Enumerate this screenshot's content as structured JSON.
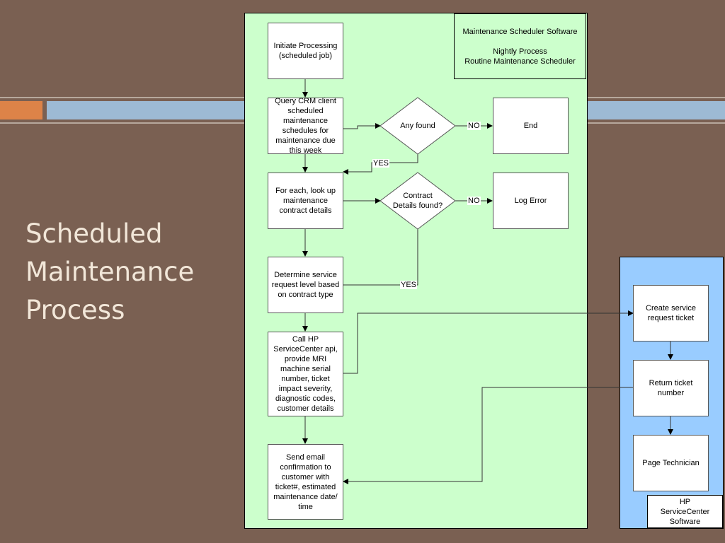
{
  "slide": {
    "title_lines": [
      "Scheduled",
      "Maintenance",
      "Process"
    ]
  },
  "colors": {
    "background": "#7a6052",
    "accent_orange": "#dd8348",
    "accent_blue": "#9dbad4",
    "title_text": "#f2e7d9",
    "scheduler_panel": "#ccffcc",
    "hp_panel": "#99ccff"
  },
  "diagram": {
    "scheduler_header": {
      "line1": "Maintenance Scheduler Software",
      "line2": "Nightly Process",
      "line3": "Routine Maintenance Scheduler"
    },
    "hp_header": "HP\nServiceCenter\nSoftware",
    "nodes": {
      "initiate": "Initiate Processing\n(scheduled job)",
      "query": "Query CRM client scheduled maintenance schedules for maintenance due this week",
      "any_found": "Any found",
      "end": "End",
      "lookup": "For each, look up maintenance contract details",
      "contract_found": "Contract\nDetails found?",
      "log_error": "Log Error",
      "determine": "Determine service request level based on contract type",
      "call_hp": "Call HP ServiceCenter api, provide MRI machine serial number, ticket impact severity, diagnostic codes, customer details",
      "send_email": "Send email confirmation to customer with ticket#, estimated maintenance date/ time",
      "create_ticket": "Create service request ticket",
      "return_ticket": "Return ticket number",
      "page_tech": "Page Technician"
    },
    "edge_labels": {
      "no1": "NO",
      "yes1": "YES",
      "no2": "NO",
      "yes2": "YES"
    }
  }
}
